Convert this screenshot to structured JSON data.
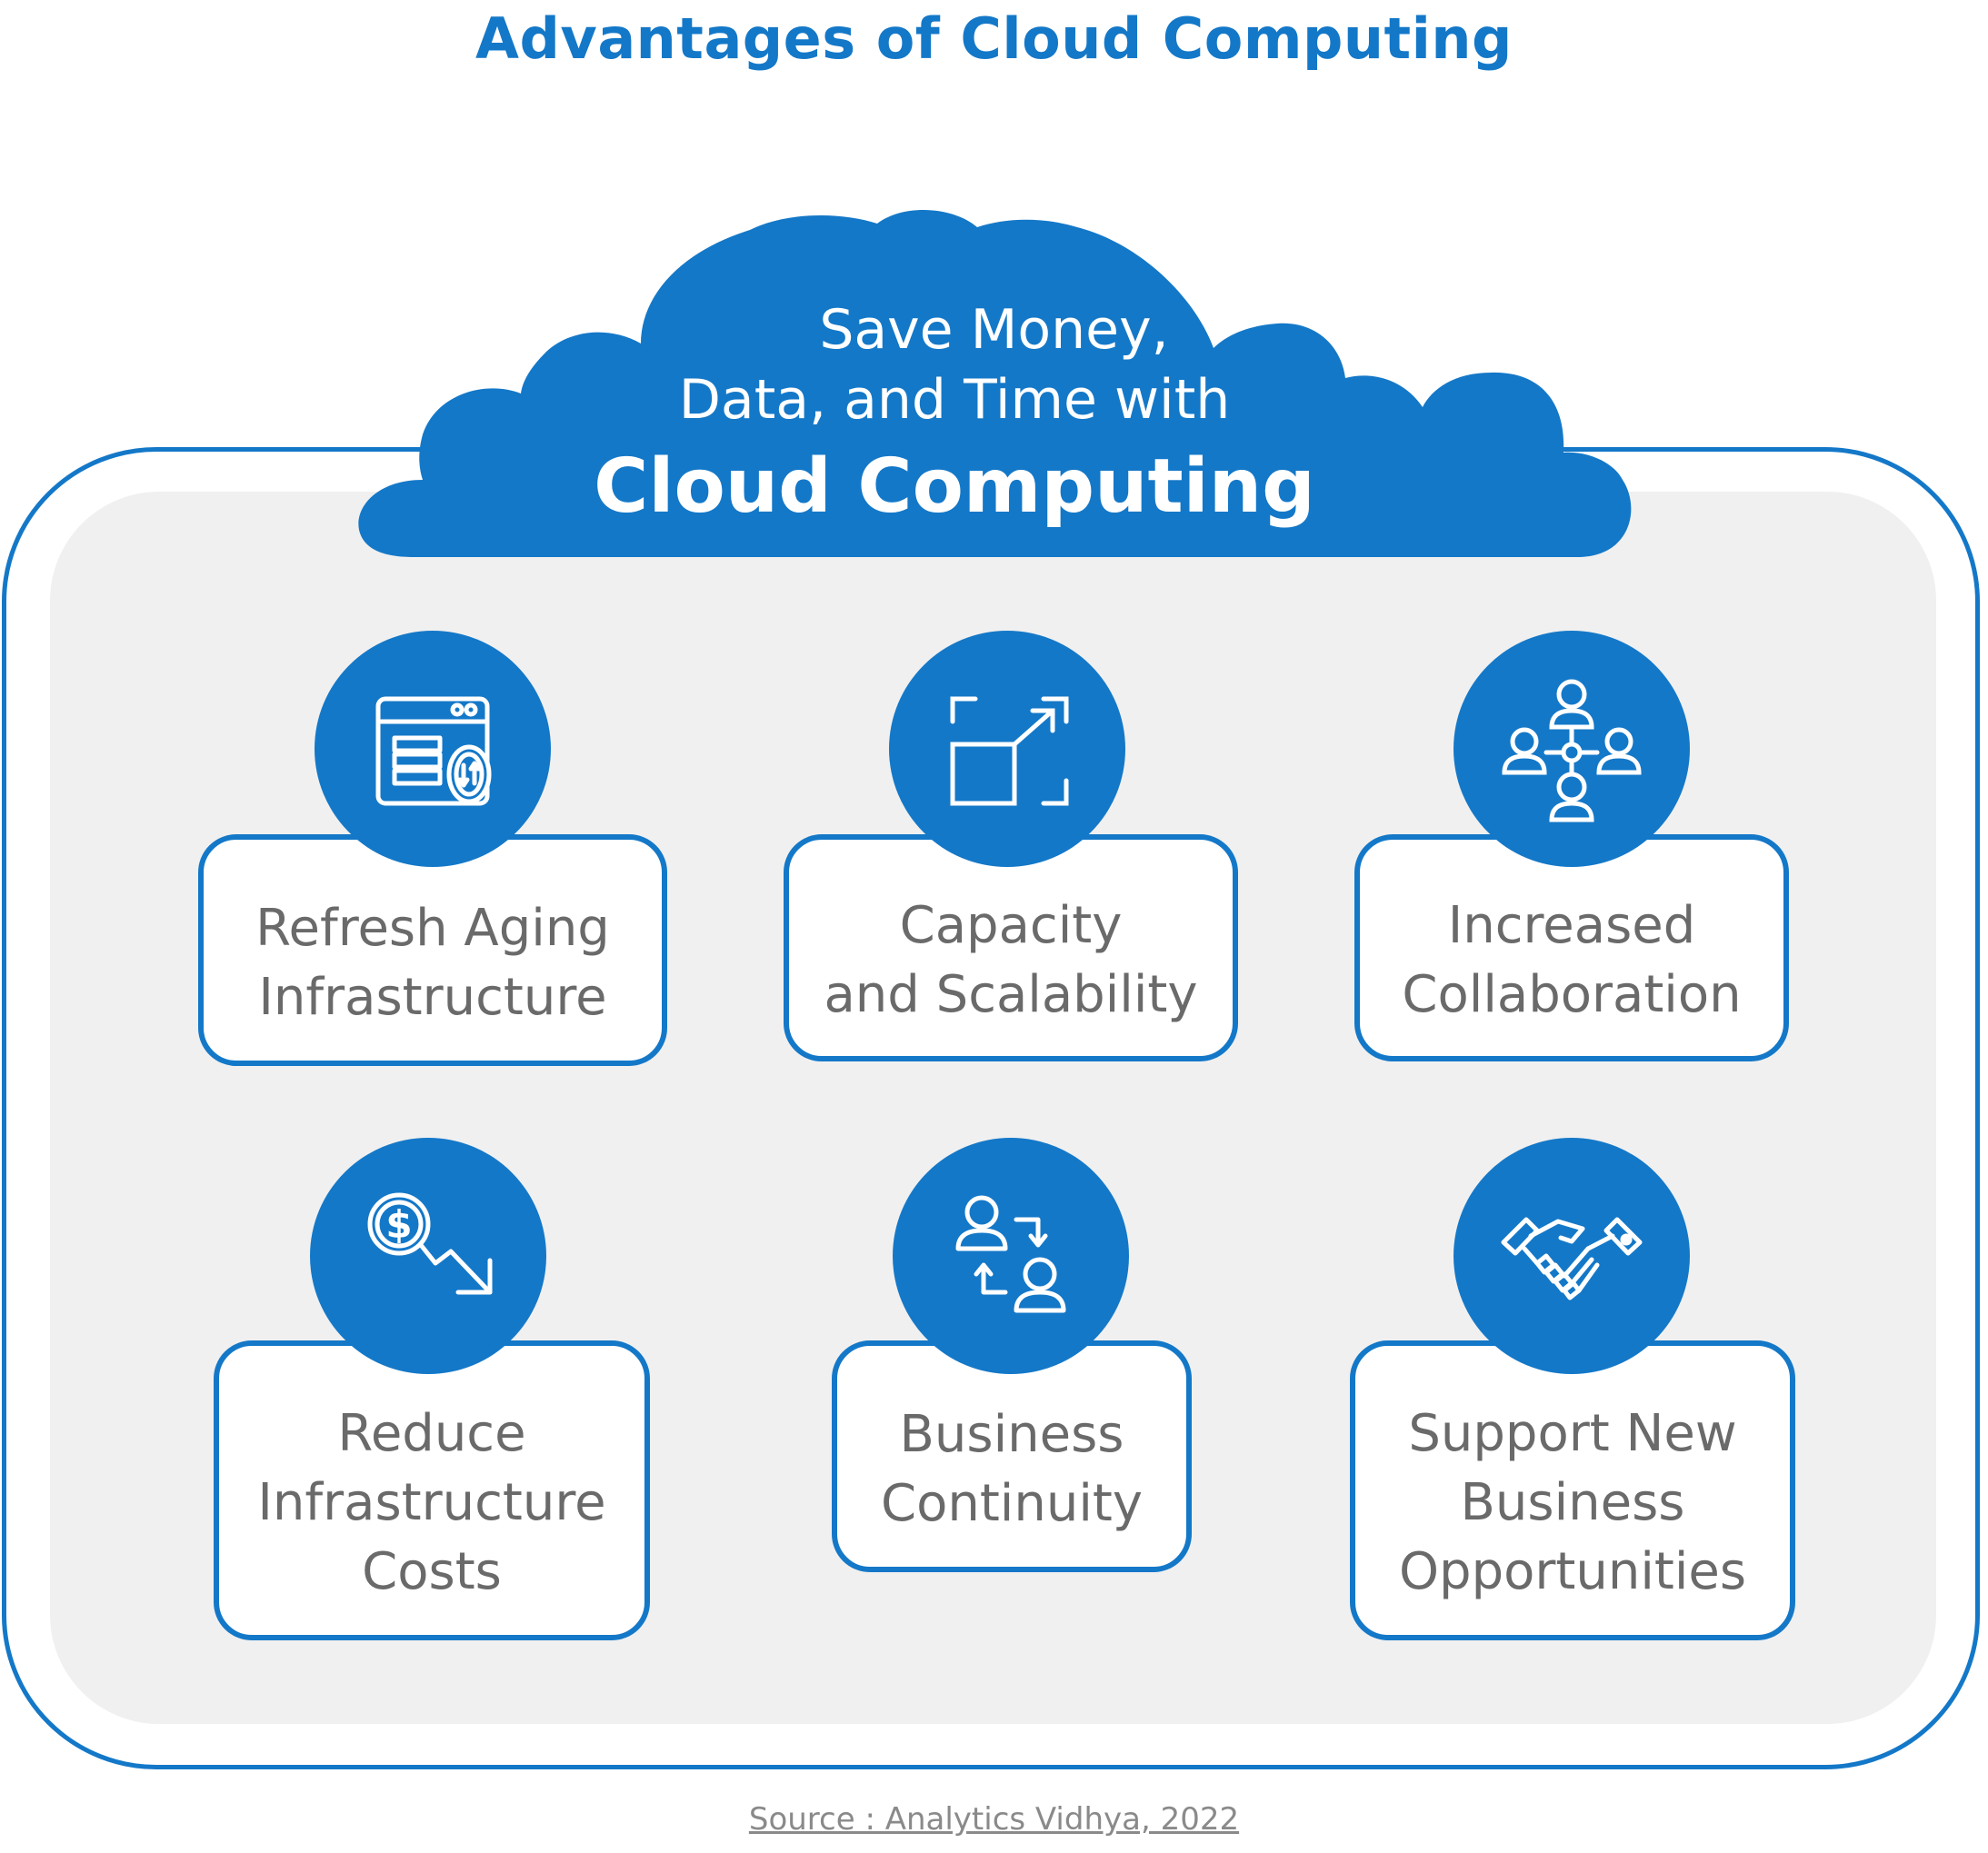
{
  "title": "Advantages of Cloud Computing",
  "cloud": {
    "line1": "Save Money,",
    "line2": "Data, and Time with",
    "main": "Cloud Computing"
  },
  "benefits": [
    {
      "label": "Refresh Aging\nInfrastructure",
      "icon": "browser-refresh-icon"
    },
    {
      "label": "Capacity\nand Scalability",
      "icon": "expand-scale-icon"
    },
    {
      "label": "Increased\nCollaboration",
      "icon": "people-network-icon"
    },
    {
      "label": "Reduce\nInfrastructure\nCosts",
      "icon": "dollar-down-trend-icon"
    },
    {
      "label": "Business\nContinuity",
      "icon": "people-exchange-icon"
    },
    {
      "label": "Support New\nBusiness\nOpportunities",
      "icon": "handshake-icon"
    }
  ],
  "source": "Source : Analytics Vidhya, 2022",
  "colors": {
    "accent": "#1478C8",
    "panel": "#F0F0F0",
    "text": "#6A6A6A"
  }
}
